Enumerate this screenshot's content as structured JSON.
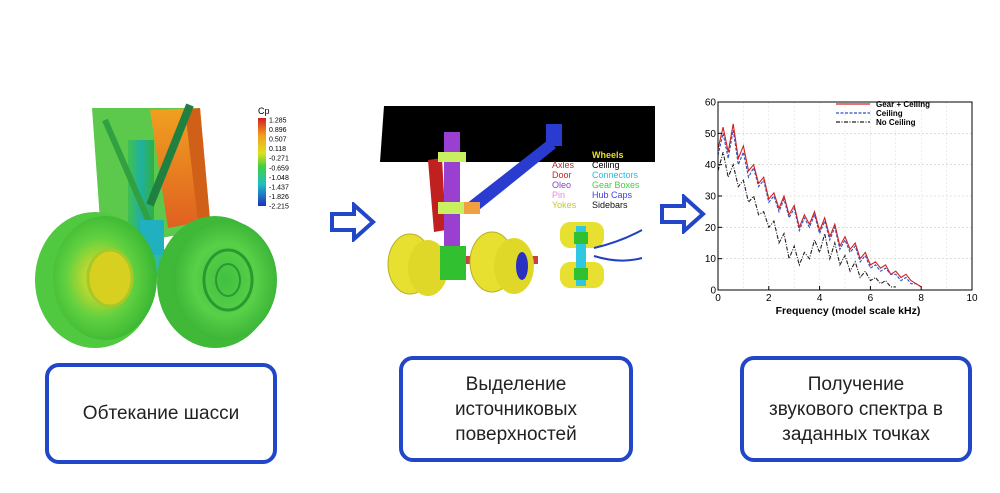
{
  "captions": {
    "step1": "Обтекание шасси",
    "step2_line1": "Выделение",
    "step2_line2": "источниковых",
    "step2_line3": "поверхностей",
    "step3_line1": "Получение",
    "step3_line2": "звукового спектра в",
    "step3_line3": "заданных точках"
  },
  "colorbar": {
    "title": "Cp",
    "ticks": [
      "1.285",
      "0.896",
      "0.507",
      "0.118",
      "-0.271",
      "-0.659",
      "-1.048",
      "-1.437",
      "-1.826",
      "-2.215"
    ]
  },
  "legend_left": [
    "Axles",
    "Door",
    "Oleo",
    "Pin",
    "Yokes"
  ],
  "legend_left_colors": [
    "#b03030",
    "#d02020",
    "#9040c0",
    "#e090d0",
    "#c8c820"
  ],
  "legend_right": [
    "Wheels",
    "Ceiling",
    "Connectors",
    "Gear Boxes",
    "Hub Caps",
    "Sidebars"
  ],
  "legend_right_colors": [
    "#e8e020",
    "#ffffff",
    "#20c0e0",
    "#40d040",
    "#4040e0",
    "#101010"
  ],
  "colors": {
    "accent_border": "#2146c7",
    "arrow": "#2146c7"
  },
  "chart_data": {
    "type": "line",
    "xlabel": "Frequency (model scale kHz)",
    "ylabel": "",
    "xlim": [
      0,
      10
    ],
    "ylim": [
      0,
      60
    ],
    "x_ticks": [
      "0",
      "2",
      "4",
      "6",
      "8",
      "10"
    ],
    "y_ticks": [
      "60",
      "50",
      "40",
      "30",
      "20",
      "10",
      "0"
    ],
    "series": [
      {
        "name": "Gear + Ceiling",
        "color": "#d42020",
        "x": [
          0,
          0.2,
          0.4,
          0.6,
          0.8,
          1.0,
          1.2,
          1.4,
          1.6,
          1.8,
          2.0,
          2.2,
          2.4,
          2.6,
          2.8,
          3.0,
          3.2,
          3.4,
          3.6,
          3.8,
          4.0,
          4.2,
          4.4,
          4.6,
          4.8,
          5.0,
          5.2,
          5.4,
          5.6,
          5.8,
          6.0,
          6.2,
          6.4,
          6.6,
          6.8,
          7.0,
          7.2,
          7.4,
          7.6,
          7.8,
          8.0
        ],
        "values": [
          45,
          52,
          44,
          53,
          42,
          46,
          38,
          40,
          34,
          36,
          29,
          31,
          26,
          30,
          24,
          27,
          20,
          24,
          21,
          25,
          19,
          23,
          17,
          21,
          14,
          17,
          13,
          15,
          10,
          12,
          8,
          9,
          7,
          8,
          5,
          6,
          4,
          5,
          3,
          2,
          1
        ]
      },
      {
        "name": "Ceiling",
        "color": "#3050c0",
        "x": [
          0,
          0.2,
          0.4,
          0.6,
          0.8,
          1.0,
          1.2,
          1.4,
          1.6,
          1.8,
          2.0,
          2.2,
          2.4,
          2.6,
          2.8,
          3.0,
          3.2,
          3.4,
          3.6,
          3.8,
          4.0,
          4.2,
          4.4,
          4.6,
          4.8,
          5.0,
          5.2,
          5.4,
          5.6,
          5.8,
          6.0,
          6.2,
          6.4,
          6.6,
          6.8,
          7.0,
          7.2,
          7.4,
          7.6,
          7.8,
          8.0
        ],
        "values": [
          43,
          50,
          42,
          51,
          40,
          44,
          36,
          39,
          33,
          35,
          28,
          30,
          25,
          29,
          23,
          26,
          19,
          23,
          20,
          24,
          18,
          22,
          16,
          20,
          13,
          16,
          12,
          14,
          9,
          11,
          7,
          8,
          6,
          7,
          5,
          5,
          3,
          4,
          2,
          2,
          1
        ]
      },
      {
        "name": "No Ceiling",
        "color": "#202020",
        "x": [
          0,
          0.2,
          0.4,
          0.6,
          0.8,
          1.0,
          1.2,
          1.4,
          1.6,
          1.8,
          2.0,
          2.2,
          2.4,
          2.6,
          2.8,
          3.0,
          3.2,
          3.4,
          3.6,
          3.8,
          4.0,
          4.2,
          4.4,
          4.6,
          4.8,
          5.0,
          5.2,
          5.4,
          5.6,
          5.8,
          6.0,
          6.2,
          6.4,
          6.6,
          6.8,
          7.0
        ],
        "values": [
          38,
          44,
          36,
          40,
          33,
          35,
          28,
          30,
          24,
          25,
          20,
          22,
          15,
          18,
          10,
          14,
          8,
          12,
          10,
          16,
          12,
          18,
          10,
          15,
          8,
          11,
          6,
          9,
          4,
          6,
          3,
          4,
          2,
          3,
          1,
          1
        ]
      }
    ]
  }
}
